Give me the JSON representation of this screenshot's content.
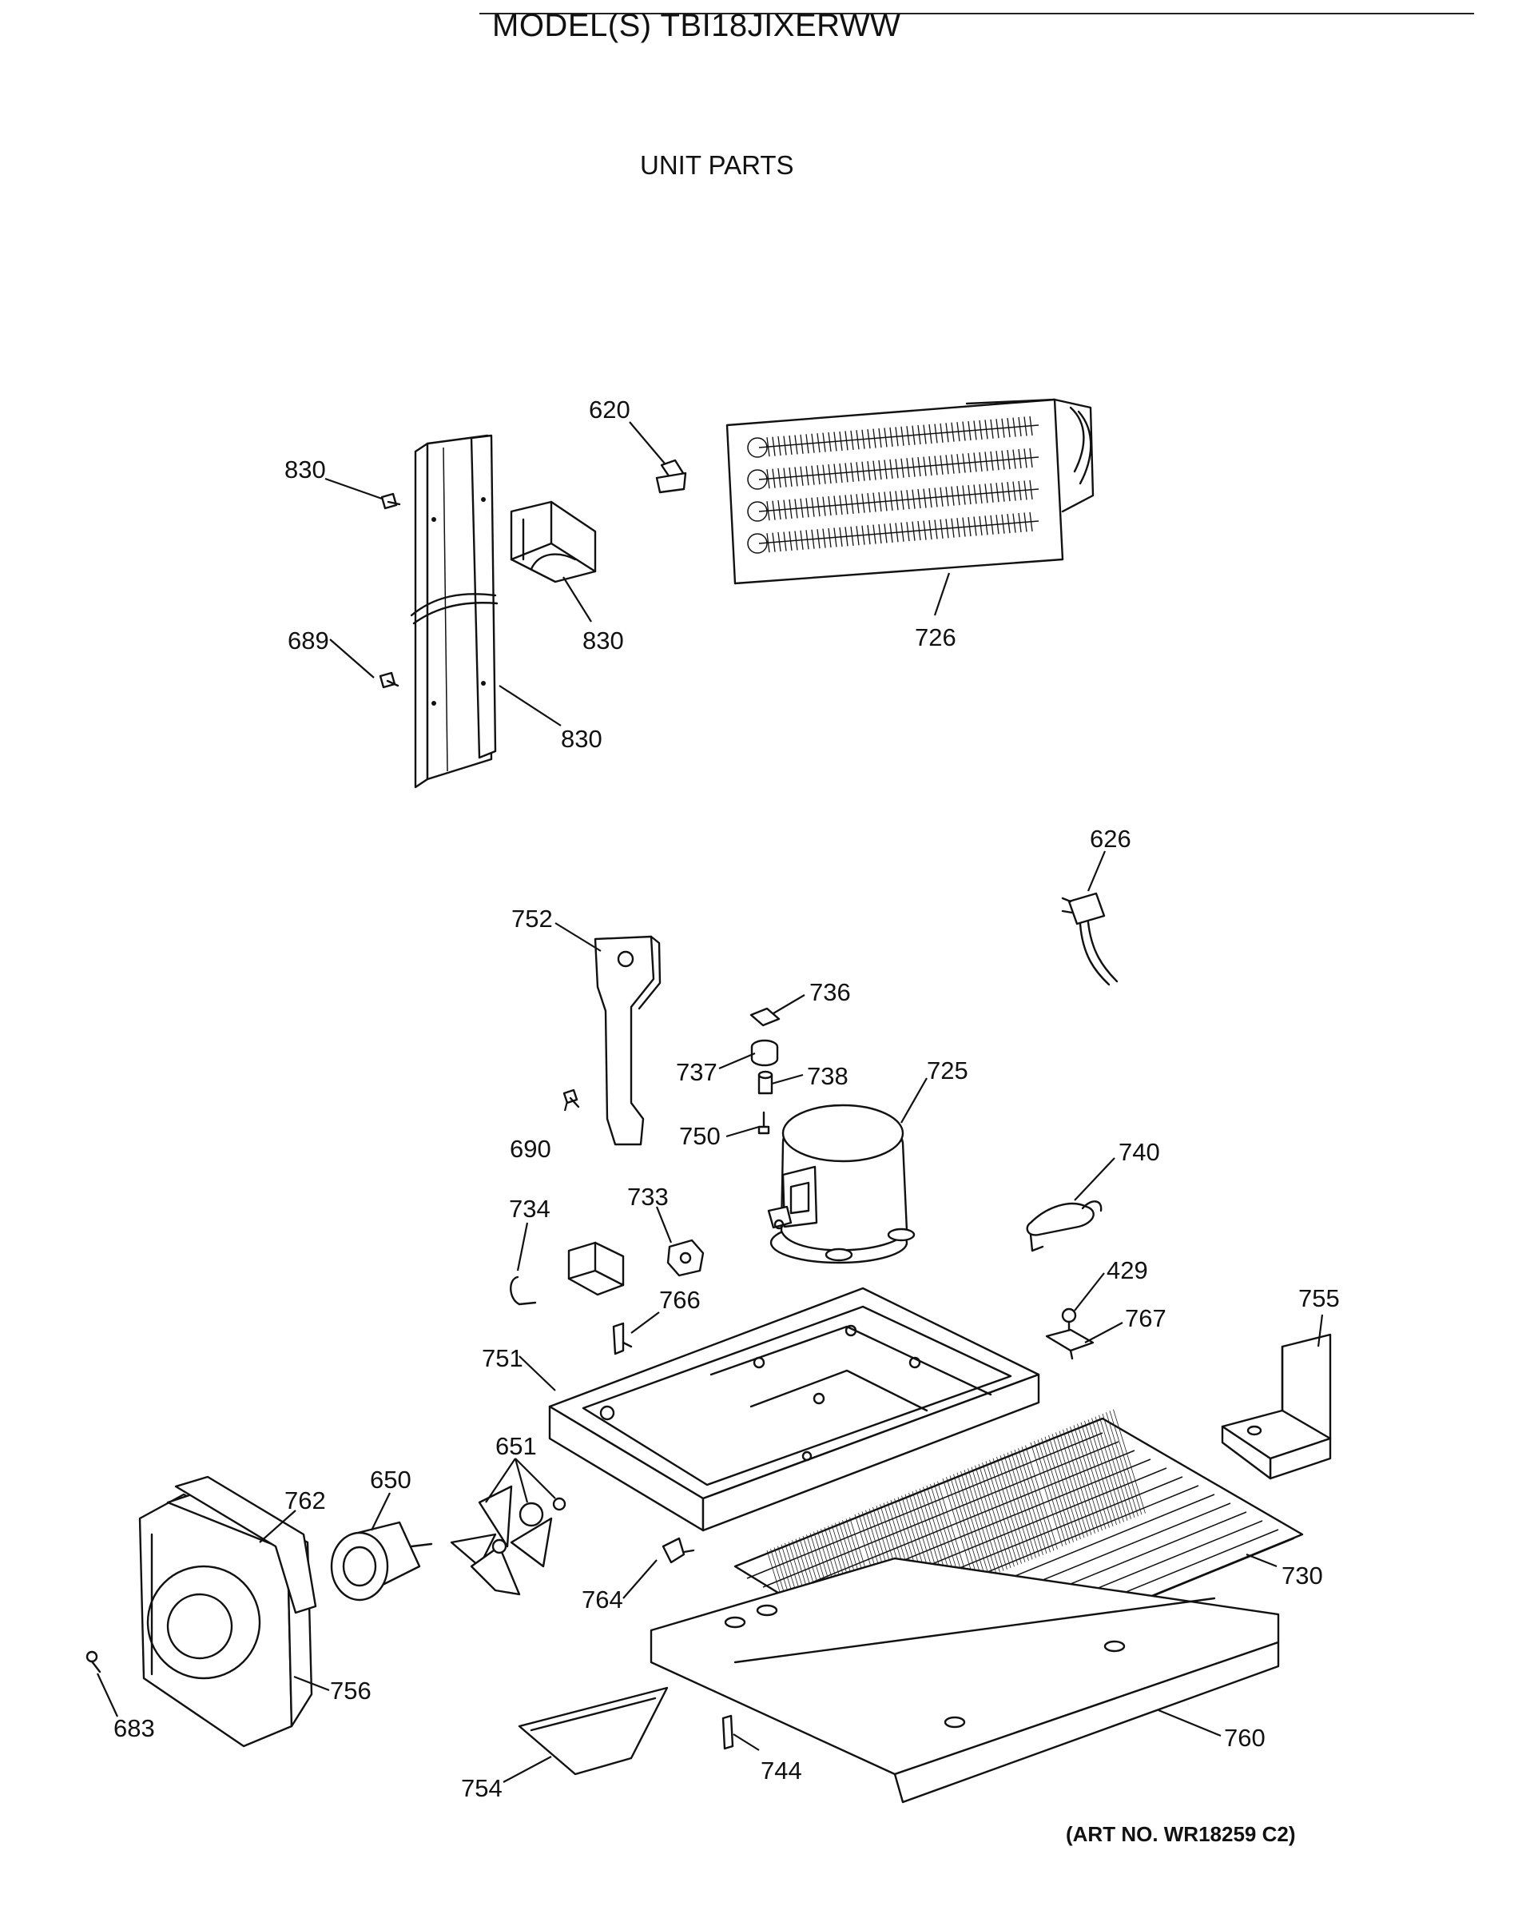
{
  "header": {
    "model": "MODEL(S) TBI18JIXERWW",
    "section": "UNIT PARTS"
  },
  "footer": {
    "art_no": "(ART NO. WR18259 C2)"
  },
  "callouts": [
    {
      "id": "c-620",
      "label": "620"
    },
    {
      "id": "c-830a",
      "label": "830"
    },
    {
      "id": "c-830b",
      "label": "830"
    },
    {
      "id": "c-830c",
      "label": "830"
    },
    {
      "id": "c-689",
      "label": "689"
    },
    {
      "id": "c-726",
      "label": "726"
    },
    {
      "id": "c-626",
      "label": "626"
    },
    {
      "id": "c-752",
      "label": "752"
    },
    {
      "id": "c-736",
      "label": "736"
    },
    {
      "id": "c-737",
      "label": "737"
    },
    {
      "id": "c-738",
      "label": "738"
    },
    {
      "id": "c-725",
      "label": "725"
    },
    {
      "id": "c-750",
      "label": "750"
    },
    {
      "id": "c-690",
      "label": "690"
    },
    {
      "id": "c-740",
      "label": "740"
    },
    {
      "id": "c-734",
      "label": "734"
    },
    {
      "id": "c-733",
      "label": "733"
    },
    {
      "id": "c-429",
      "label": "429"
    },
    {
      "id": "c-766",
      "label": "766"
    },
    {
      "id": "c-767",
      "label": "767"
    },
    {
      "id": "c-755",
      "label": "755"
    },
    {
      "id": "c-751",
      "label": "751"
    },
    {
      "id": "c-651",
      "label": "651"
    },
    {
      "id": "c-762",
      "label": "762"
    },
    {
      "id": "c-650",
      "label": "650"
    },
    {
      "id": "c-730",
      "label": "730"
    },
    {
      "id": "c-764",
      "label": "764"
    },
    {
      "id": "c-756",
      "label": "756"
    },
    {
      "id": "c-683",
      "label": "683"
    },
    {
      "id": "c-760",
      "label": "760"
    },
    {
      "id": "c-744",
      "label": "744"
    },
    {
      "id": "c-754",
      "label": "754"
    }
  ]
}
